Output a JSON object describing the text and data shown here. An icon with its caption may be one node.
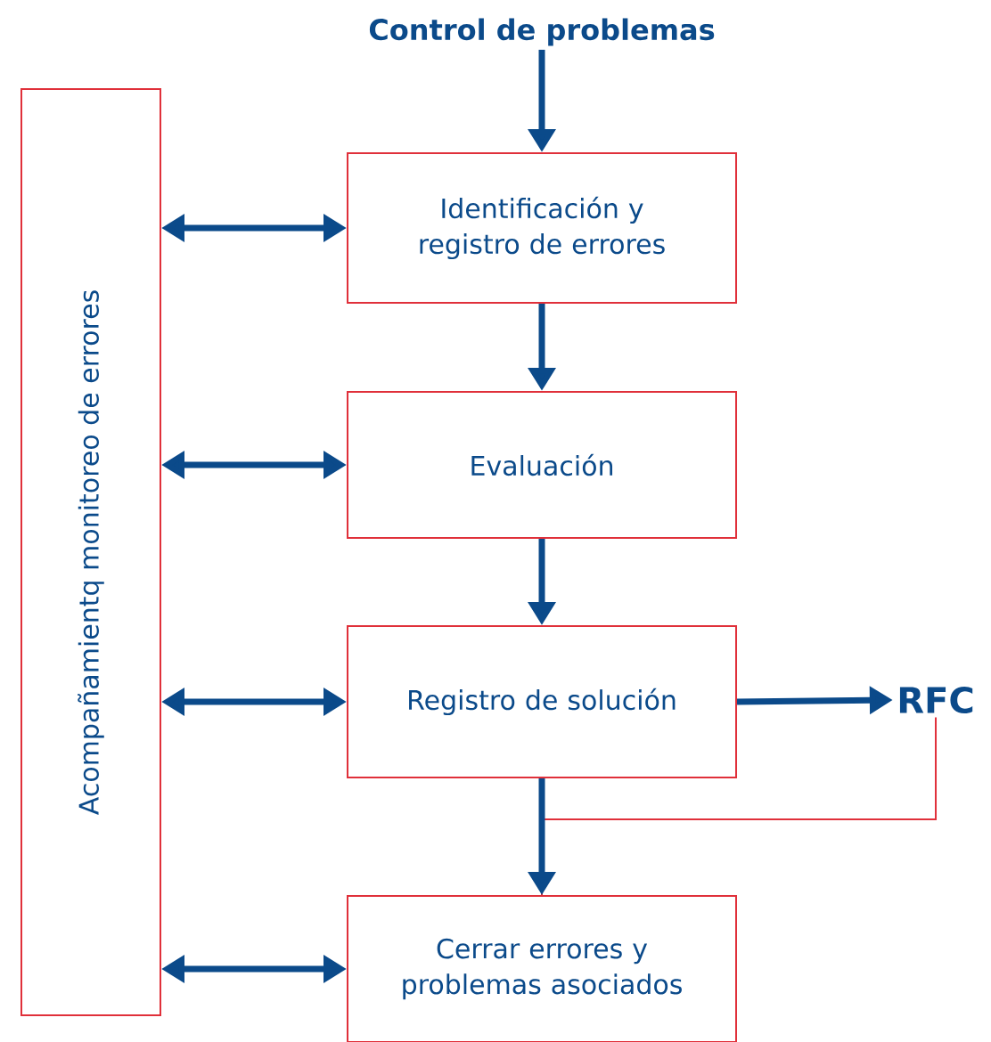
{
  "diagram": {
    "nodes": [
      {
        "text": [
          "Control de problemas"
        ]
      },
      {
        "text": [
          "Acompañamientq monitoreo de errores"
        ]
      },
      {
        "text": [
          "Identificación y registro de errores"
        ]
      },
      {
        "text": [
          "Evaluación"
        ]
      },
      {
        "text": [
          "Registro de solución"
        ]
      },
      {
        "text": [
          "RFC"
        ]
      },
      {
        "text": [
          "Cerrar errores y problemas asociados"
        ]
      }
    ],
    "edges": [
      {
        "from": 0,
        "to": 2,
        "arrow": "to"
      },
      {
        "from": 1,
        "to": 2,
        "arrow": "both"
      },
      {
        "from": 2,
        "to": 3,
        "arrow": "to"
      },
      {
        "from": 1,
        "to": 3,
        "arrow": "both"
      },
      {
        "from": 3,
        "to": 4,
        "arrow": "to"
      },
      {
        "from": 1,
        "to": 4,
        "arrow": "both"
      },
      {
        "from": 4,
        "to": 5,
        "arrow": "to"
      },
      {
        "from": 4,
        "to": 6,
        "arrow": "to"
      },
      {
        "from": 5,
        "to": 6,
        "arrow": "none",
        "color": "#e0303a"
      },
      {
        "from": 1,
        "to": 6,
        "arrow": "both"
      }
    ]
  }
}
